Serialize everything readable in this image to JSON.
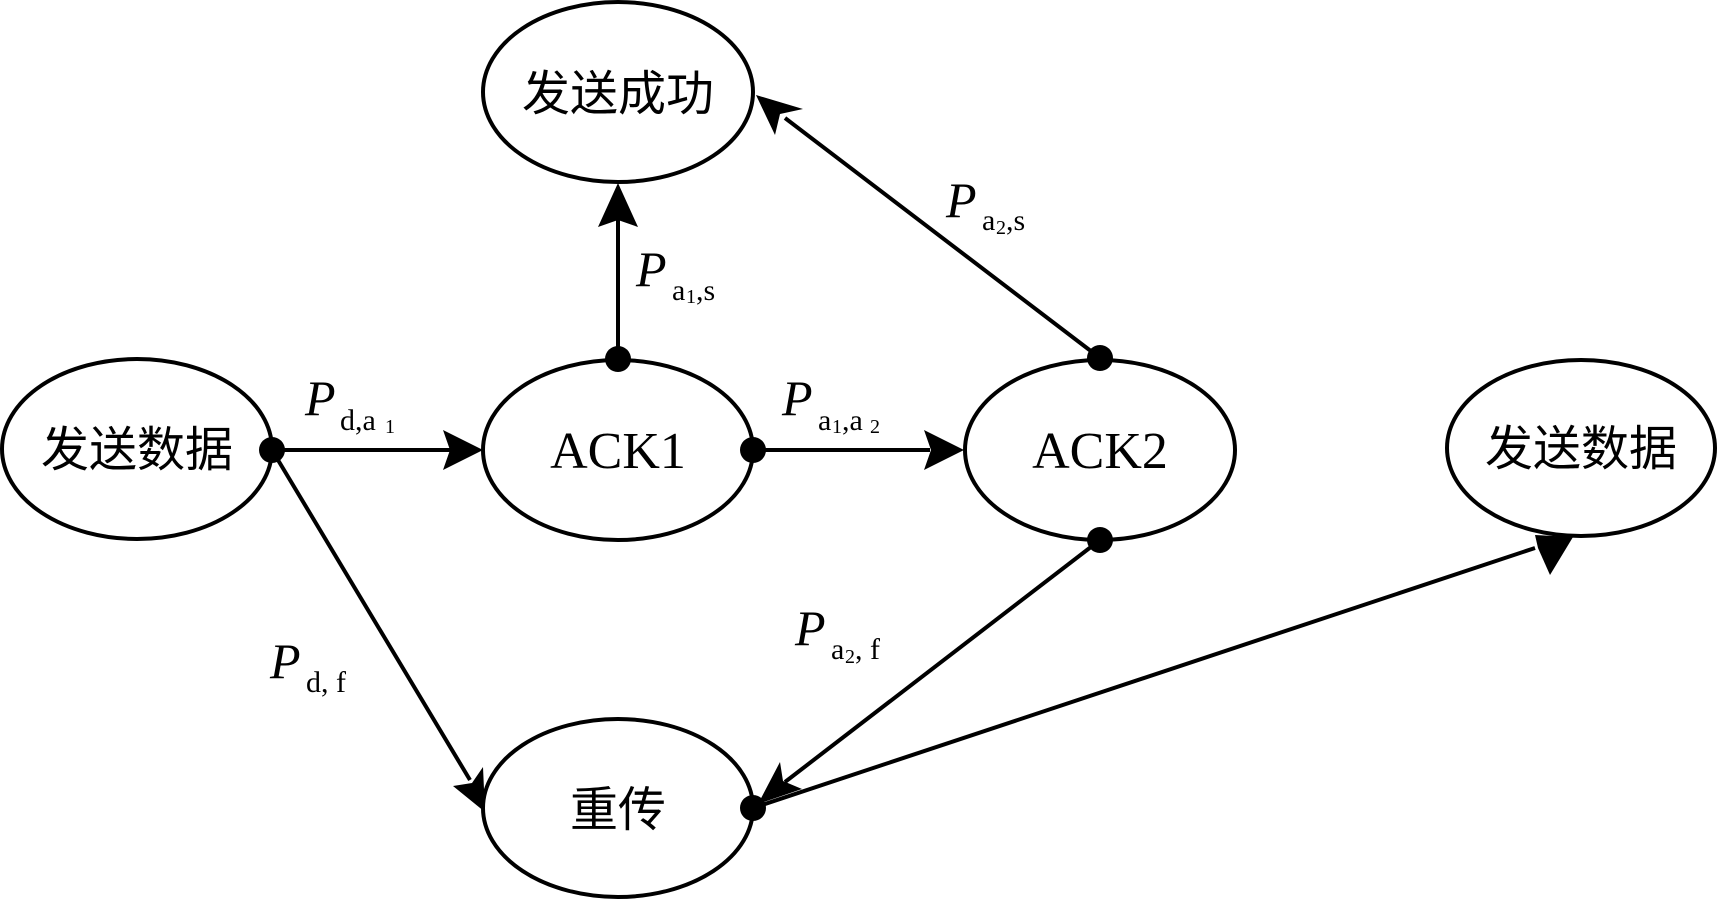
{
  "diagram": {
    "nodes": [
      {
        "id": "send-data-left",
        "label": "发送数据"
      },
      {
        "id": "ack1",
        "label": "ACK1"
      },
      {
        "id": "ack2",
        "label": "ACK2"
      },
      {
        "id": "send-success",
        "label": "发送成功"
      },
      {
        "id": "retransmit",
        "label": "重传"
      },
      {
        "id": "send-data-right",
        "label": "发送数据"
      }
    ],
    "edges": [
      {
        "from": "send-data-left",
        "to": "ack1",
        "label": {
          "P": "P",
          "sub": "d,a",
          "subsub": "1",
          "tail": ""
        }
      },
      {
        "from": "ack1",
        "to": "ack2",
        "label": {
          "P": "P",
          "sub": "a",
          "subsub": "1",
          "tail": ",a",
          "tailsub": "2"
        }
      },
      {
        "from": "ack1",
        "to": "send-success",
        "label": {
          "P": "P",
          "sub": "a",
          "subsub": "1",
          "tail": ",s"
        }
      },
      {
        "from": "ack2",
        "to": "send-success",
        "label": {
          "P": "P",
          "sub": "a",
          "subsub": "2",
          "tail": ",s"
        }
      },
      {
        "from": "send-data-left",
        "to": "retransmit",
        "label": {
          "P": "P",
          "sub": "d, f",
          "subsub": "",
          "tail": ""
        }
      },
      {
        "from": "ack2",
        "to": "retransmit",
        "label": {
          "P": "P",
          "sub": "a",
          "subsub": "2",
          "tail": ", f"
        }
      },
      {
        "from": "retransmit",
        "to": "send-data-right",
        "label": null
      }
    ]
  }
}
